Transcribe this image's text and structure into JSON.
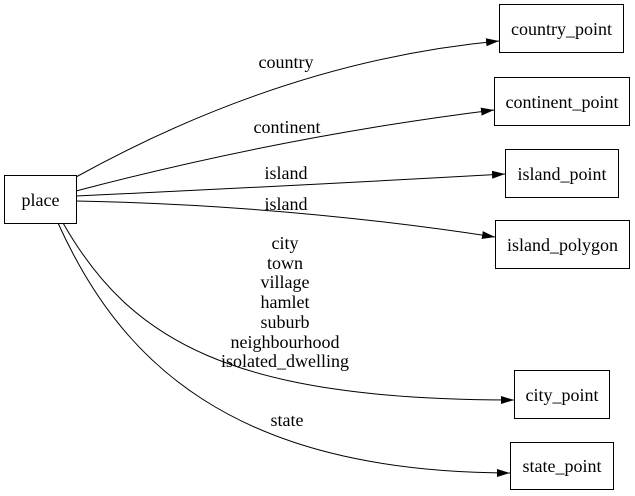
{
  "colors": {
    "background": "#ffffff",
    "node_border": "#000000",
    "edge_stroke": "#000000",
    "text": "#000000"
  },
  "nodes": [
    {
      "id": "place",
      "label": "place"
    },
    {
      "id": "country_point",
      "label": "country_point"
    },
    {
      "id": "continent_point",
      "label": "continent_point"
    },
    {
      "id": "island_point",
      "label": "island_point"
    },
    {
      "id": "island_polygon",
      "label": "island_polygon"
    },
    {
      "id": "city_point",
      "label": "city_point"
    },
    {
      "id": "state_point",
      "label": "state_point"
    }
  ],
  "edges": [
    {
      "from": "place",
      "to": "country_point",
      "label": "country"
    },
    {
      "from": "place",
      "to": "continent_point",
      "label": "continent"
    },
    {
      "from": "place",
      "to": "island_point",
      "label": "island"
    },
    {
      "from": "place",
      "to": "island_polygon",
      "label": "island"
    },
    {
      "from": "place",
      "to": "city_point",
      "label": "city\ntown\nvillage\nhamlet\nsuburb\nneighbourhood\nisolated_dwelling"
    },
    {
      "from": "place",
      "to": "state_point",
      "label": "state"
    }
  ]
}
